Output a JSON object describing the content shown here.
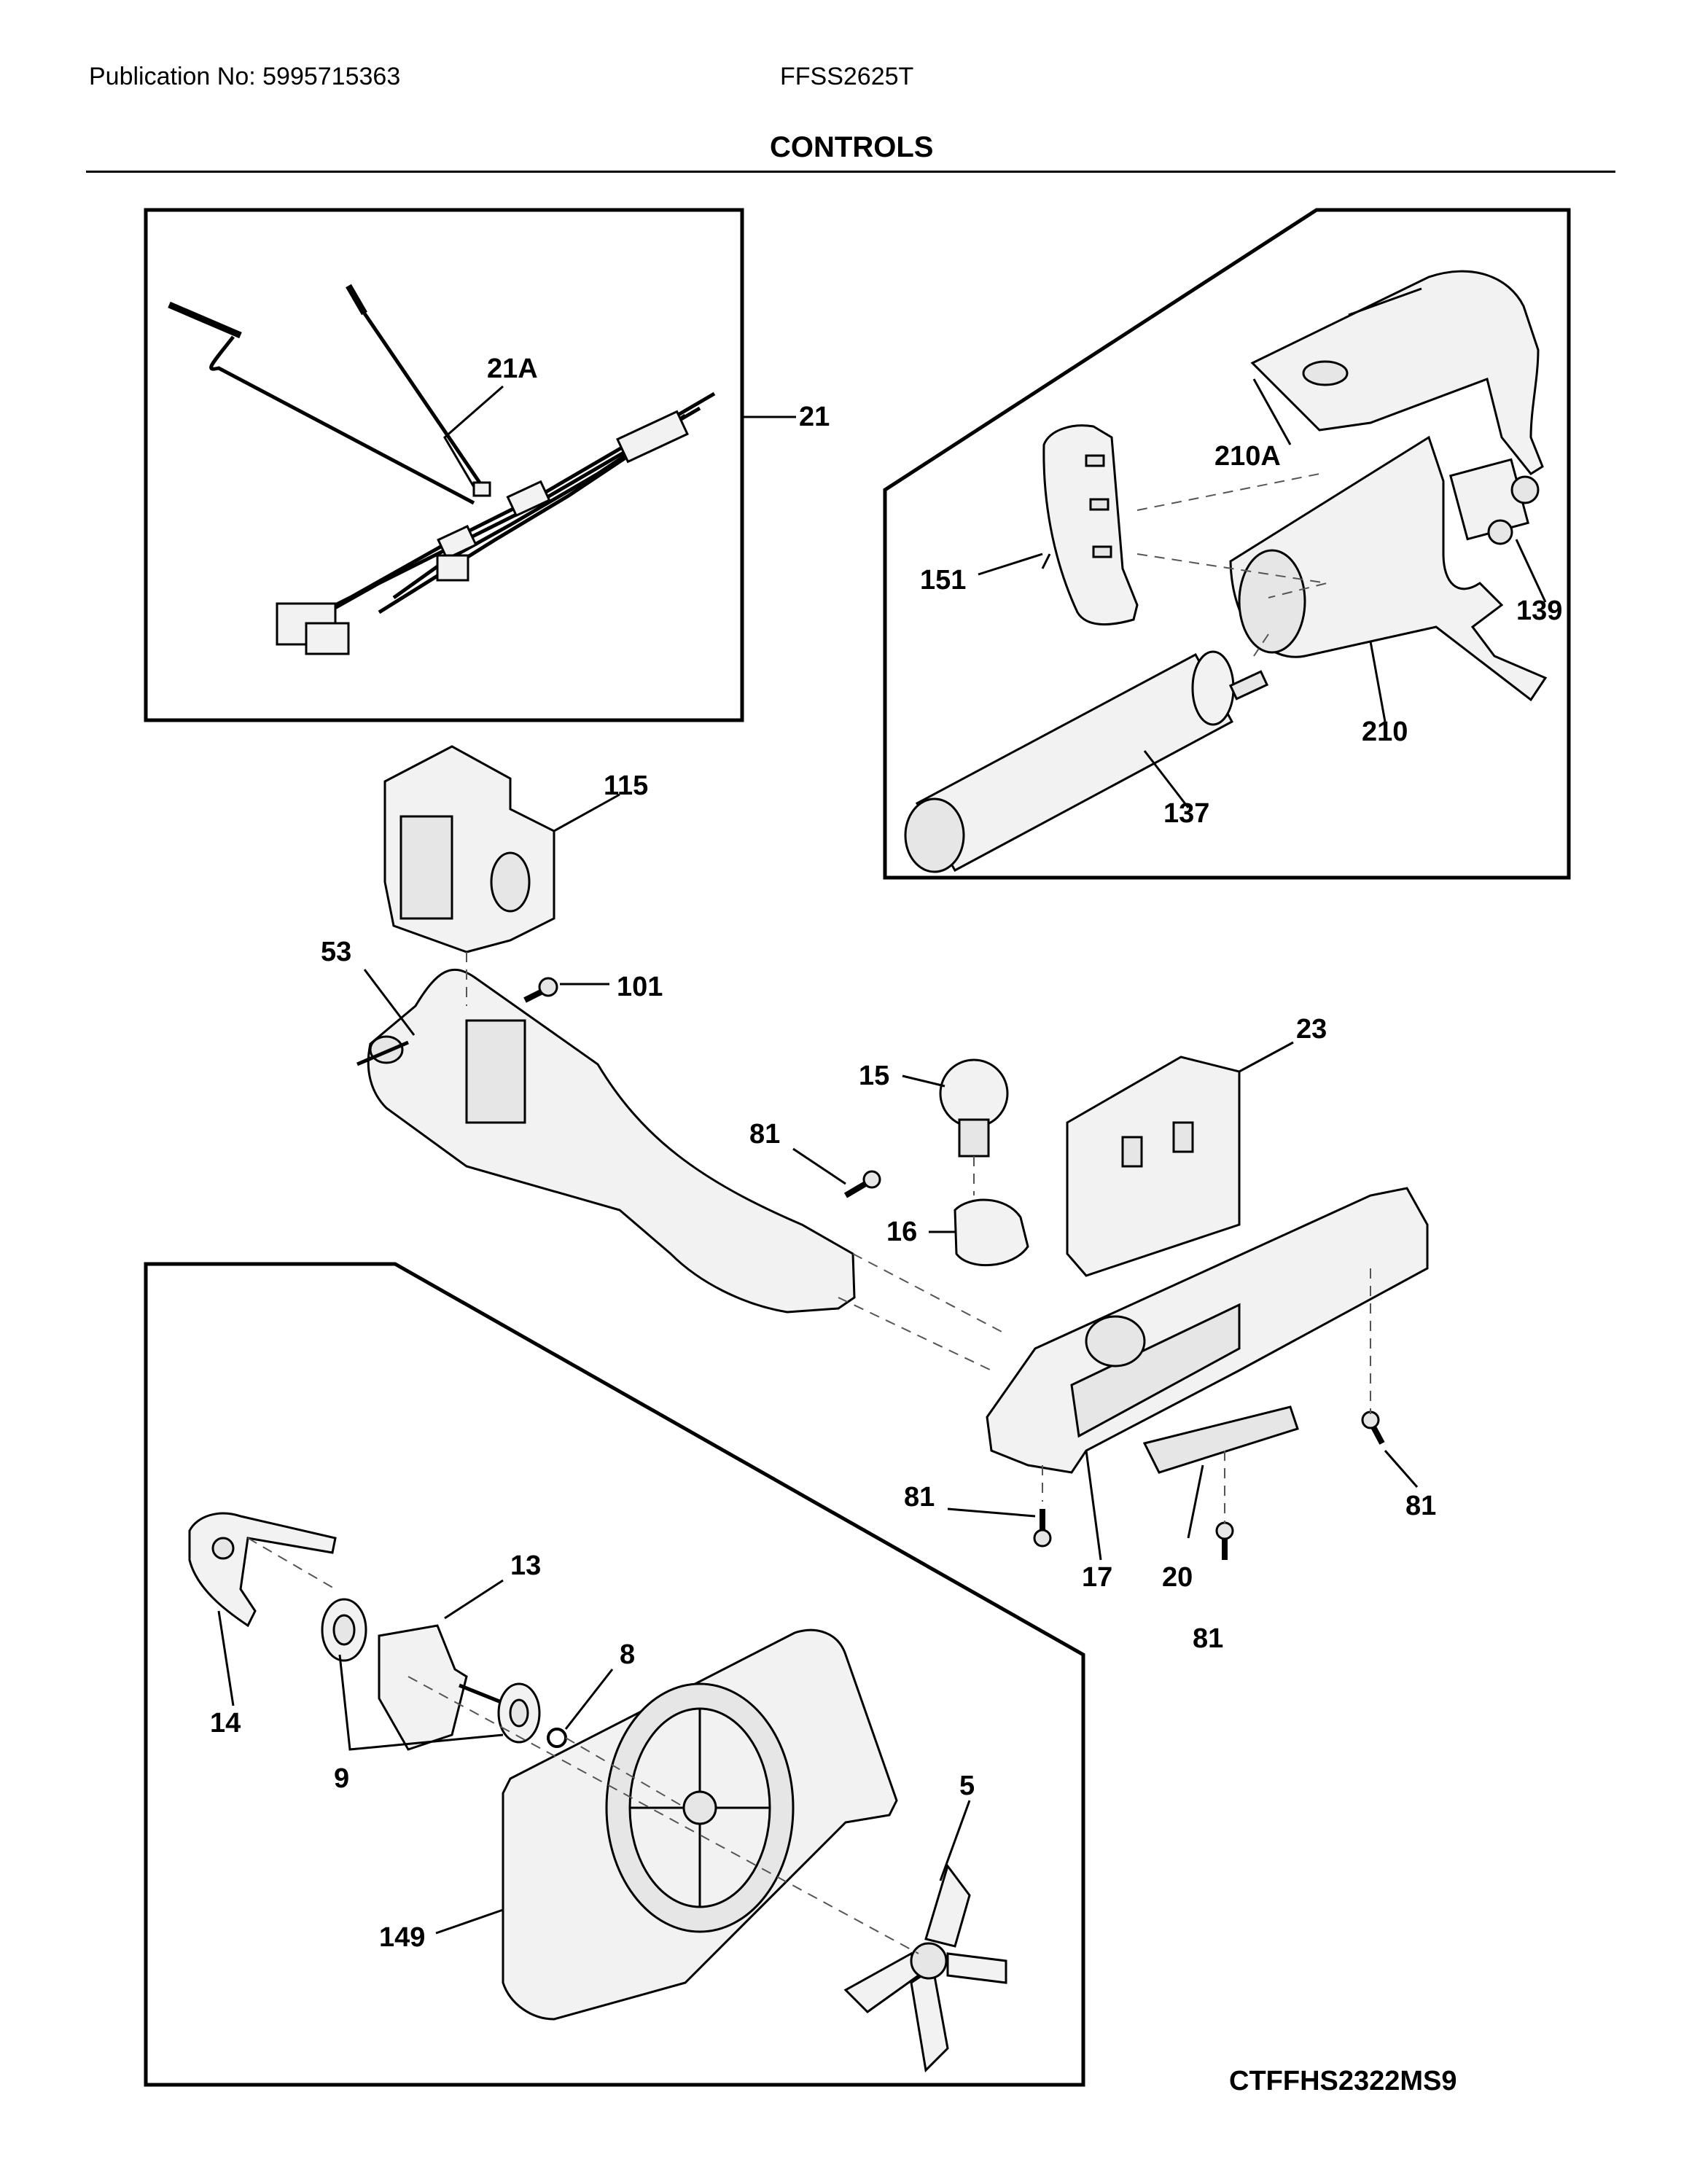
{
  "header": {
    "publication": "Publication No: 5995715363",
    "model": "FFSS2625T",
    "section_title": "CONTROLS"
  },
  "footer": {
    "drawing_code": "CTFFHS2322MS9"
  },
  "callouts": {
    "c21A": "21A",
    "c21": "21",
    "c210A": "210A",
    "c151": "151",
    "c139": "139",
    "c210": "210",
    "c137": "137",
    "c115": "115",
    "c53": "53",
    "c101": "101",
    "c23": "23",
    "c15": "15",
    "c81a": "81",
    "c16": "16",
    "c81b": "81",
    "c81c": "81",
    "c17": "17",
    "c20": "20",
    "c81d": "81",
    "c13": "13",
    "c14": "14",
    "c8": "8",
    "c9": "9",
    "c5": "5",
    "c149": "149"
  }
}
